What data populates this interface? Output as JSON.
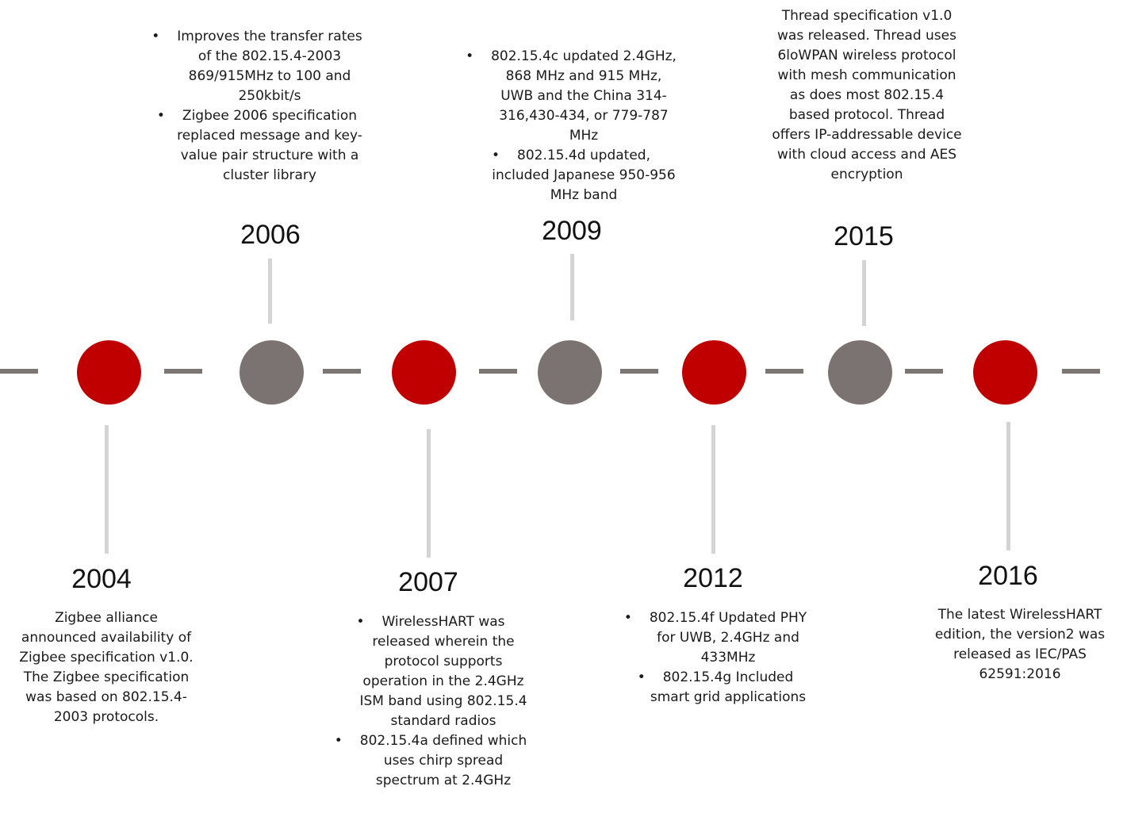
{
  "colors": {
    "accent_red": "#c00000",
    "node_grey": "#7a7372",
    "timeline_grey": "#7b7573",
    "stem_grey": "#d4d4d4"
  },
  "events": {
    "e2004": {
      "year": "2004",
      "text": "Zigbee alliance announced availability of Zigbee specification v1.0. The Zigbee specification was based on 802.15.4-2003 protocols."
    },
    "e2006": {
      "year": "2006",
      "bullets": [
        "Improves the transfer rates of the 802.15.4-2003 869/915MHz to 100 and 250kbit/s",
        "Zigbee 2006 specification replaced message and key-value pair structure with a cluster library"
      ]
    },
    "e2007": {
      "year": "2007",
      "bullets": [
        "WirelessHART was released wherein the protocol supports operation in the 2.4GHz ISM band using 802.15.4 standard radios",
        "802.15.4a defined which uses chirp spread spectrum at 2.4GHz"
      ]
    },
    "e2009": {
      "year": "2009",
      "bullets": [
        "802.15.4c updated 2.4GHz, 868 MHz and 915 MHz, UWB and the China 314-316,430-434, or 779-787 MHz",
        "802.15.4d updated, included Japanese 950-956 MHz band"
      ]
    },
    "e2012": {
      "year": "2012",
      "bullets": [
        "802.15.4f Updated PHY for UWB, 2.4GHz and 433MHz",
        "802.15.4g Included smart grid applications"
      ]
    },
    "e2015": {
      "year": "2015",
      "text": "Thread specification v1.0 was released. Thread uses 6loWPAN wireless protocol with mesh communication as does most 802.15.4 based protocol. Thread offers IP-addressable device with cloud access and AES encryption"
    },
    "e2016": {
      "year": "2016",
      "text": "The latest WirelessHART edition, the version2 was released as IEC/PAS 62591:2016"
    }
  }
}
